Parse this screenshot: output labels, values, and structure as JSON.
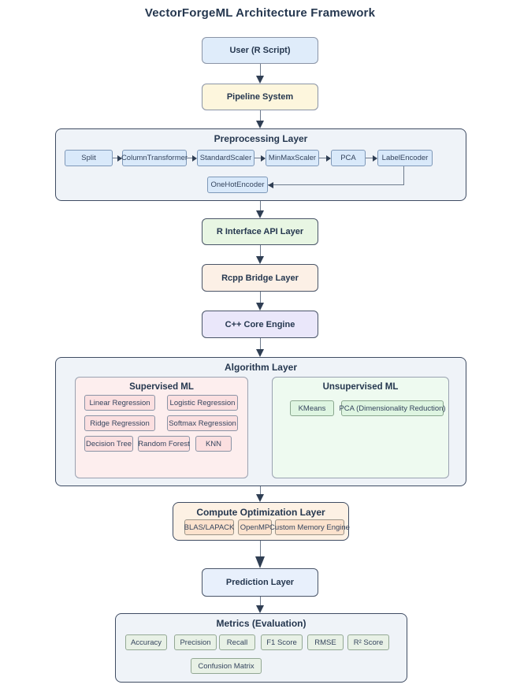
{
  "title": "VectorForgeML Architecture Framework",
  "nodes": {
    "user": "User (R Script)",
    "pipeline": "Pipeline System",
    "r_api": "R Interface API Layer",
    "rcpp": "Rcpp Bridge Layer",
    "cpp": "C++ Core Engine",
    "prediction": "Prediction Layer"
  },
  "preprocessing": {
    "title": "Preprocessing Layer",
    "chain": [
      "Split",
      "ColumnTransformer",
      "StandardScaler",
      "MinMaxScaler",
      "PCA",
      "LabelEncoder"
    ],
    "extra": "OneHotEncoder"
  },
  "algorithm": {
    "title": "Algorithm Layer",
    "supervised": {
      "title": "Supervised ML",
      "items": [
        "Linear Regression",
        "Logistic Regression",
        "Ridge Regression",
        "Softmax Regression",
        "Decision Tree",
        "Random Forest",
        "KNN"
      ]
    },
    "unsupervised": {
      "title": "Unsupervised ML",
      "items": [
        "KMeans",
        "PCA (Dimensionality Reduction)"
      ]
    }
  },
  "compute": {
    "title": "Compute Optimization Layer",
    "items": [
      "BLAS/LAPACK",
      "OpenMP",
      "Custom Memory Engine"
    ]
  },
  "metrics": {
    "title": "Metrics (Evaluation)",
    "items": [
      "Accuracy",
      "Precision",
      "Recall",
      "F1 Score",
      "RMSE",
      "R² Score",
      "Confusion Matrix"
    ]
  },
  "colors": {
    "title_text": "#25374f",
    "arrow_line": "#6e7b8d",
    "arrow_head": "#2f3e53",
    "container_fill": "#eff3f8",
    "container_border": "#3f4c63",
    "node_blue": "#dfecfa",
    "node_yellow": "#fdf6dd",
    "node_green": "#e8f6e3",
    "node_peach": "#fcf0e6",
    "node_lavender": "#eae7fa",
    "supervised_fill": "#fdeeee",
    "supervised_item": "#fbdfe0",
    "unsupervised_fill": "#eefaf0",
    "unsupervised_item": "#def5e1",
    "compute_fill": "#fdf1e4",
    "compute_item": "#fce2cd",
    "metrics_item": "#e8f1e6"
  }
}
